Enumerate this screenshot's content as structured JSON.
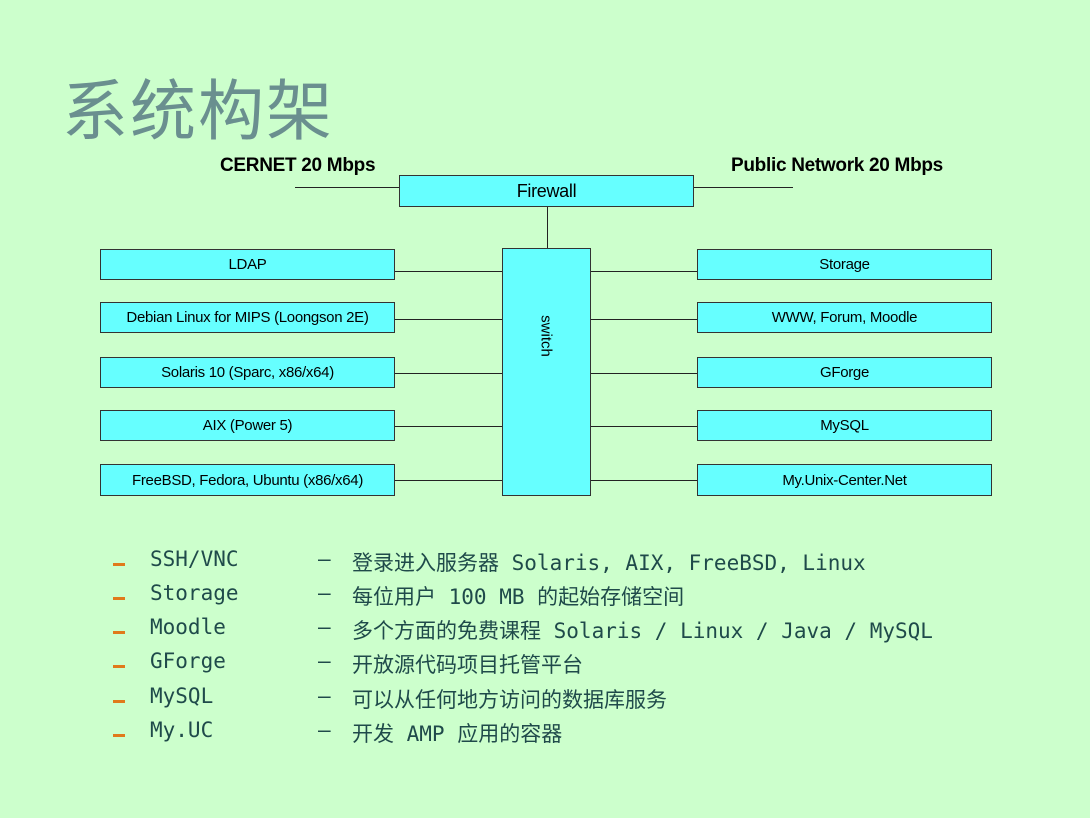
{
  "title": "系统构架",
  "diagram": {
    "cernet_label": "CERNET 20 Mbps",
    "public_label": "Public Network 20 Mbps",
    "firewall_label": "Firewall",
    "switch_label": "switch",
    "left_nodes": [
      "LDAP",
      "Debian Linux for MIPS (Loongson 2E)",
      "Solaris 10 (Sparc, x86/x64)",
      "AIX (Power 5)",
      "FreeBSD, Fedora, Ubuntu (x86/x64)"
    ],
    "right_nodes": [
      "Storage",
      "WWW, Forum, Moodle",
      "GForge",
      "MySQL",
      "My.Unix-Center.Net"
    ]
  },
  "bullets": [
    {
      "term": "SSH/VNC",
      "dash": "–",
      "desc": "登录进入服务器 Solaris, AIX, FreeBSD, Linux"
    },
    {
      "term": "Storage",
      "dash": "–",
      "desc": "每位用户 100 MB 的起始存储空间"
    },
    {
      "term": "Moodle",
      "dash": "–",
      "desc": "多个方面的免费课程 Solaris / Linux / Java / MySQL"
    },
    {
      "term": "GForge",
      "dash": "–",
      "desc": "开放源代码项目托管平台"
    },
    {
      "term": "MySQL",
      "dash": "–",
      "desc": "可以从任何地方访问的数据库服务"
    },
    {
      "term": "My.UC",
      "dash": "–",
      "desc": "开发 AMP 应用的容器"
    }
  ],
  "colors": {
    "background": "#ccffcc",
    "node_fill": "#66ffff",
    "title_color": "#6a8f8f",
    "bullet_mark": "#e07a1a"
  }
}
